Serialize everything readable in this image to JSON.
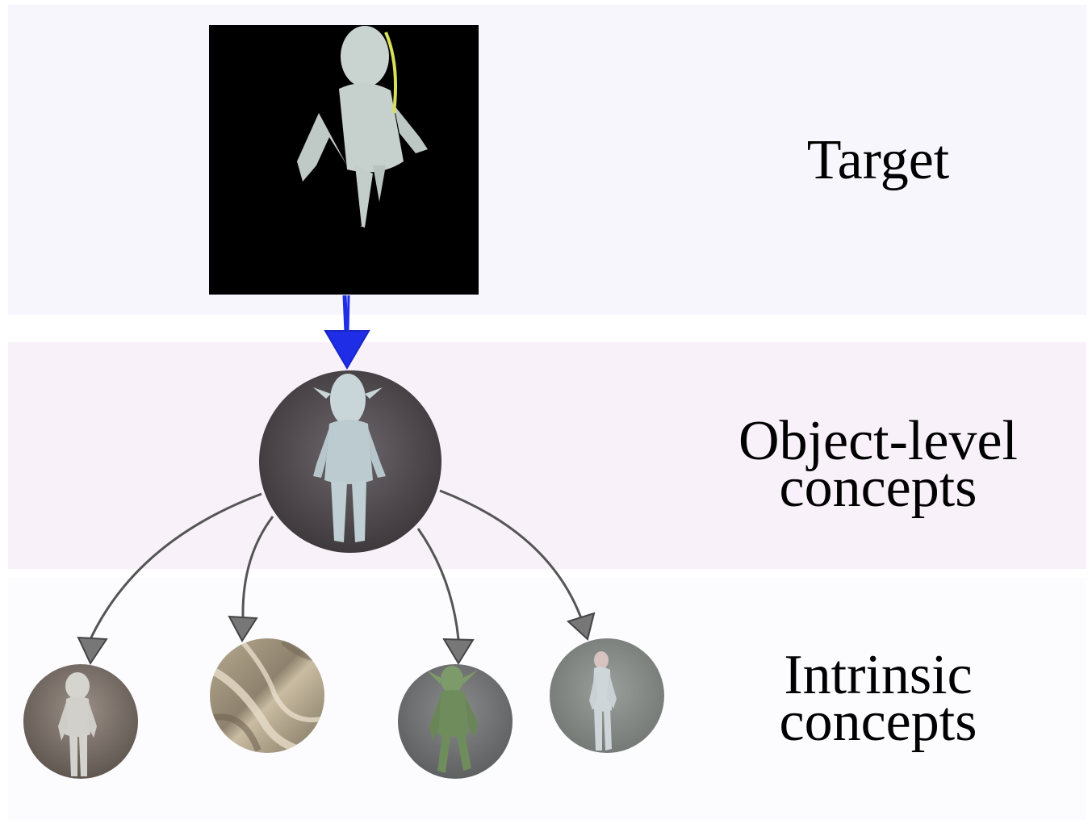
{
  "colors": {
    "target_band": "#f7f6fd",
    "object_band": "#f8f1f9",
    "intrinsic_band": "#fcfbfe",
    "target_arrow": "#1f2ee6",
    "concept_arrow": "#555555"
  },
  "rows": {
    "target": {
      "label": "Target"
    },
    "object": {
      "label": "Object-level\nconcepts"
    },
    "intrinsic": {
      "label": "Intrinsic\nconcepts"
    }
  },
  "target_image": {
    "description": "white-figurine-render-on-black"
  },
  "object_concept": {
    "icon": "white-goblin-figurine-photo"
  },
  "intrinsic_concepts": [
    {
      "icon": "porcelain-child-figurine"
    },
    {
      "icon": "glossy-tan-surface-texture"
    },
    {
      "icon": "green-goblin-figure"
    },
    {
      "icon": "pale-female-figure"
    }
  ]
}
